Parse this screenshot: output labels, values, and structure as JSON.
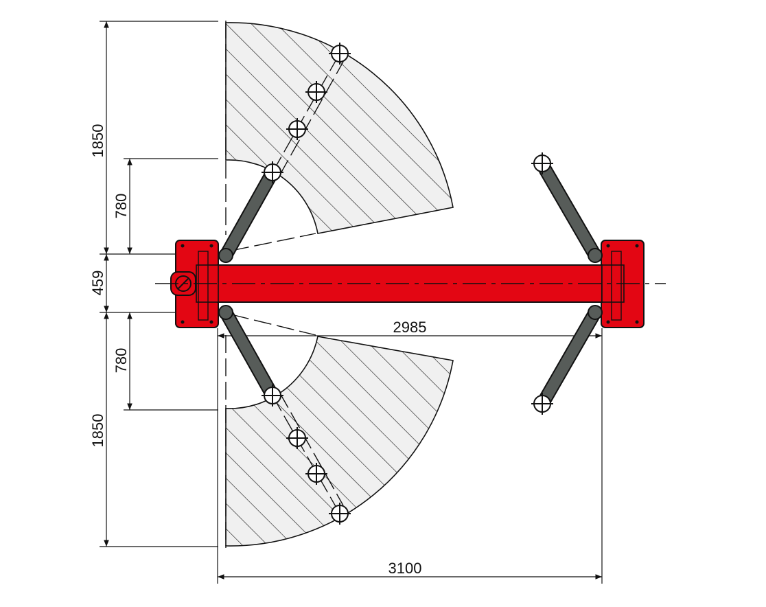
{
  "dimensions": {
    "top_outer": "1850",
    "top_inner": "780",
    "column_width": "459",
    "bottom_inner": "780",
    "bottom_outer": "1850",
    "inside_width": "2985",
    "overall_width": "3100"
  },
  "colors": {
    "frame": "#e30613",
    "arm": "#575c59",
    "hatch_fill": "#f0f0f0",
    "line": "#111111"
  },
  "icons": {
    "lift_pad": "crosshair-circle-icon",
    "control": "control-knob-icon"
  }
}
